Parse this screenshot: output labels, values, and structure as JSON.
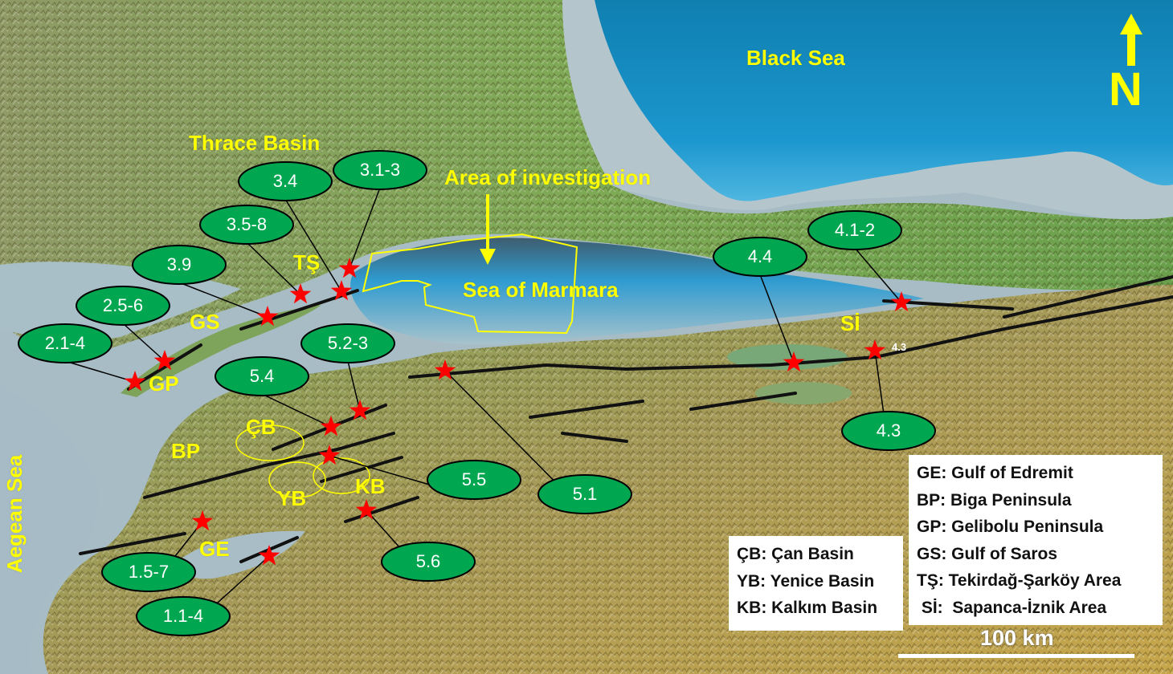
{
  "map": {
    "colors": {
      "black_sea_deep": "#1a8fc0",
      "sea_shallow": "#a9bcc4",
      "land_green": "#6aa84f",
      "land_brown": "#b09350",
      "label_yellow": "#ffff00",
      "ellipse_fill": "#00a650",
      "star_red": "#ff0000",
      "fault_black": "#111111"
    },
    "region_labels": {
      "black_sea": "Black Sea",
      "thrace_basin": "Thrace Basin",
      "area_of_investigation": "Area of investigation",
      "sea_of_marmara": "Sea of Marmara",
      "aegean_sea": "Aegean Sea",
      "ts": "TŞ",
      "gs": "GS",
      "gp": "GP",
      "bp": "BP",
      "cb": "ÇB",
      "yb": "YB",
      "kb": "KB",
      "ge": "GE",
      "si": "Sİ"
    },
    "north_arrow": {
      "label": "N"
    },
    "scale_bar": {
      "label": "100 km"
    },
    "small_star_label": "4.3",
    "sites": [
      {
        "id": "3.4",
        "label": "3.4",
        "ellipse": [
          355,
          226
        ],
        "star": [
          425,
          363
        ]
      },
      {
        "id": "3.1-3",
        "label": "3.1-3",
        "ellipse": [
          473,
          212
        ],
        "star": [
          435,
          335
        ]
      },
      {
        "id": "3.5-8",
        "label": "3.5-8",
        "ellipse": [
          307,
          280
        ],
        "star": [
          374,
          367
        ]
      },
      {
        "id": "3.9",
        "label": "3.9",
        "ellipse": [
          223,
          330
        ],
        "star": [
          333,
          395
        ]
      },
      {
        "id": "2.5-6",
        "label": "2.5-6",
        "ellipse": [
          153,
          381
        ],
        "star": [
          205,
          450
        ]
      },
      {
        "id": "2.1-4",
        "label": "2.1-4",
        "ellipse": [
          81,
          428
        ],
        "star": [
          168,
          476
        ]
      },
      {
        "id": "5.2-3",
        "label": "5.2-3",
        "ellipse": [
          433,
          428
        ],
        "star": [
          448,
          512
        ]
      },
      {
        "id": "5.4",
        "label": "5.4",
        "ellipse": [
          326,
          469
        ],
        "star": [
          412,
          532
        ]
      },
      {
        "id": "5.5",
        "label": "5.5",
        "ellipse": [
          590,
          598
        ],
        "star": [
          410,
          568
        ]
      },
      {
        "id": "5.1",
        "label": "5.1",
        "ellipse": [
          728,
          616
        ],
        "star": [
          554,
          462
        ]
      },
      {
        "id": "5.6",
        "label": "5.6",
        "ellipse": [
          533,
          700
        ],
        "star": [
          456,
          636
        ]
      },
      {
        "id": "1.5-7",
        "label": "1.5-7",
        "ellipse": [
          185,
          713
        ],
        "star": [
          252,
          650
        ]
      },
      {
        "id": "1.1-4",
        "label": "1.1-4",
        "ellipse": [
          228,
          768
        ],
        "star": [
          335,
          693
        ]
      },
      {
        "id": "4.4",
        "label": "4.4",
        "ellipse": [
          946,
          320
        ],
        "star": [
          988,
          452
        ]
      },
      {
        "id": "4.1-2",
        "label": "4.1-2",
        "ellipse": [
          1064,
          287
        ],
        "star": [
          1122,
          377
        ]
      },
      {
        "id": "4.3",
        "label": "4.3",
        "ellipse": [
          1106,
          537
        ],
        "star": [
          1089,
          437
        ]
      }
    ]
  },
  "legend_left": {
    "rows": [
      "ÇB:  Çan Basin",
      "YB:  Yenice Basin",
      "KB:  Kalkım Basin"
    ]
  },
  "legend_right": {
    "rows": [
      "GE:  Gulf of Edremit",
      "BP:  Biga Peninsula",
      "GP:  Gelibolu Peninsula",
      "GS:  Gulf of Saros",
      "TŞ:  Tekirdağ-Şarköy Area",
      " Sİ:  Sapanca-İznik Area"
    ]
  }
}
